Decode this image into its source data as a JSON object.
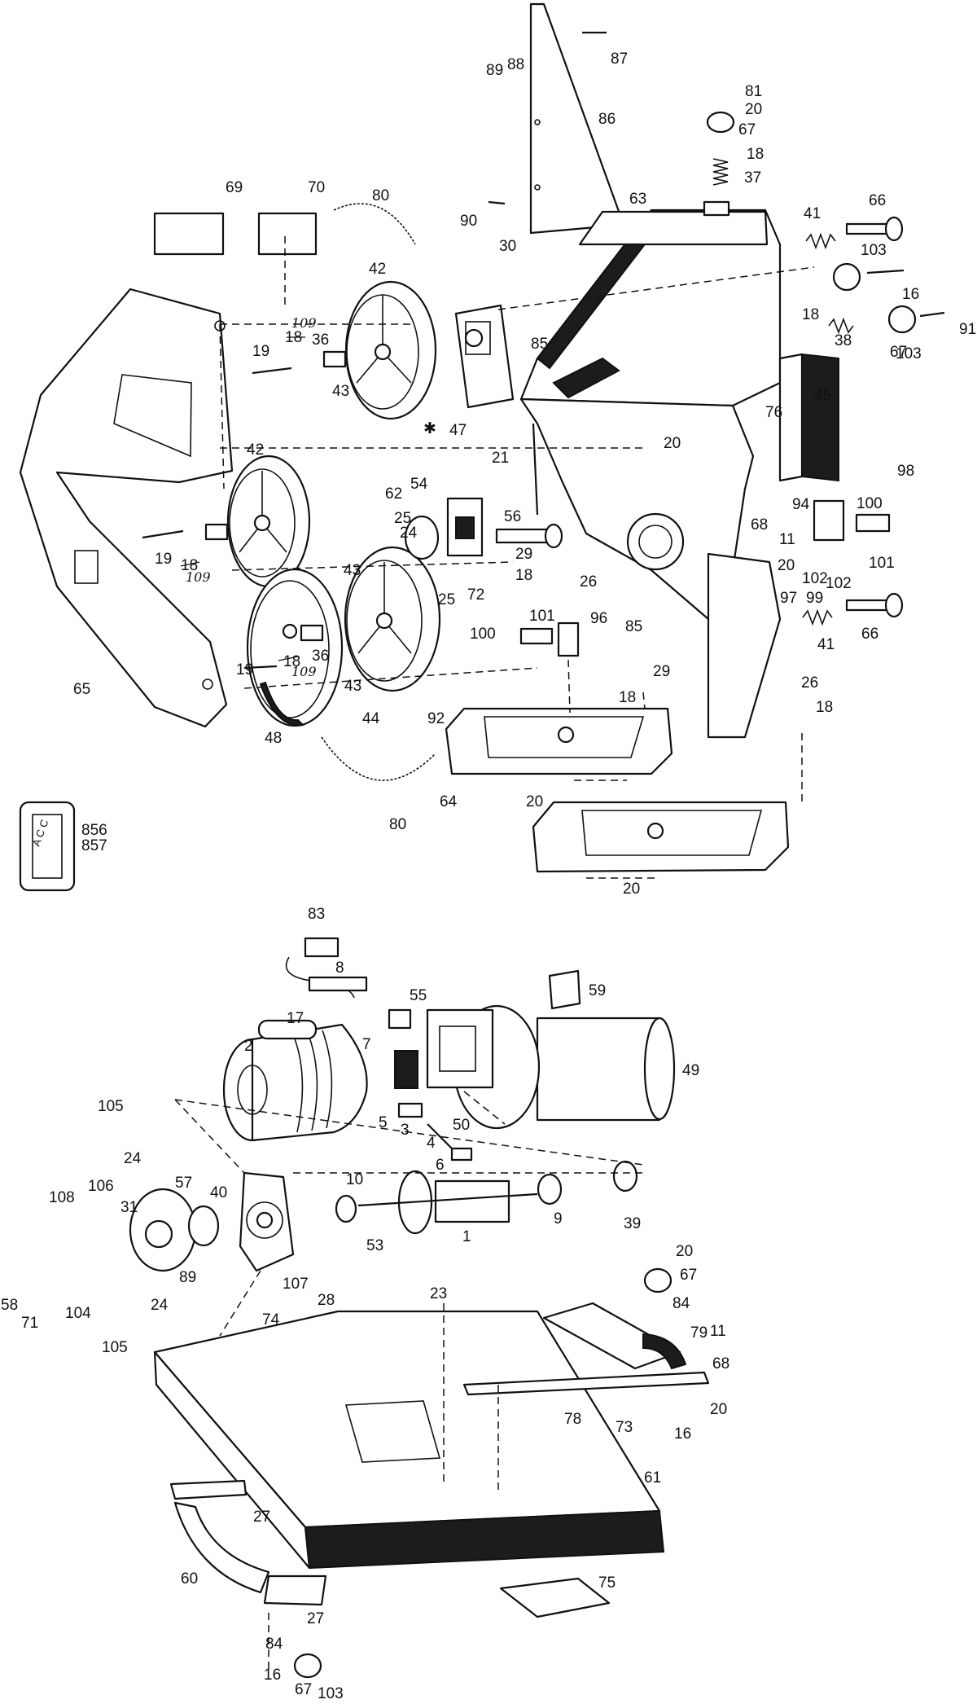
{
  "upper_assembly": {
    "labels": [
      "87",
      "89",
      "88",
      "86",
      "81",
      "20",
      "67",
      "18",
      "37",
      "69",
      "70",
      "80",
      "63",
      "66",
      "41",
      "90",
      "30",
      "42",
      "103",
      "16",
      "109",
      "18",
      "91",
      "19",
      "18",
      "36",
      "85",
      "38",
      "67",
      "103",
      "43",
      "47",
      "45",
      "76",
      "42",
      "21",
      "20",
      "98",
      "54",
      "62",
      "25",
      "94",
      "100",
      "24",
      "56",
      "68",
      "11",
      "19",
      "18",
      "29",
      "20",
      "101",
      "109",
      "43",
      "72",
      "18",
      "26",
      "102",
      "99",
      "97",
      "25",
      "102",
      "101",
      "96",
      "85",
      "66",
      "41",
      "100",
      "29",
      "19",
      "18",
      "36",
      "18",
      "109",
      "65",
      "43",
      "44",
      "26",
      "18",
      "48",
      "92",
      "20",
      "80",
      "64",
      "20",
      "856",
      "857"
    ],
    "asterisk": "✱",
    "legend_box": {
      "glyph": "A C C"
    }
  },
  "lower_assembly": {
    "labels": [
      "83",
      "8",
      "55",
      "59",
      "17",
      "2",
      "7",
      "49",
      "105",
      "5",
      "50",
      "24",
      "3",
      "4",
      "6",
      "10",
      "108",
      "106",
      "57",
      "40",
      "31",
      "1",
      "9",
      "39",
      "53",
      "20",
      "67",
      "58",
      "71",
      "104",
      "89",
      "24",
      "107",
      "28",
      "23",
      "84",
      "74",
      "105",
      "11",
      "79",
      "68",
      "78",
      "20",
      "73",
      "16",
      "61",
      "27",
      "60",
      "27",
      "84",
      "16",
      "67",
      "103",
      "75"
    ]
  },
  "icons": [
    "band-saw-exploded-view"
  ]
}
